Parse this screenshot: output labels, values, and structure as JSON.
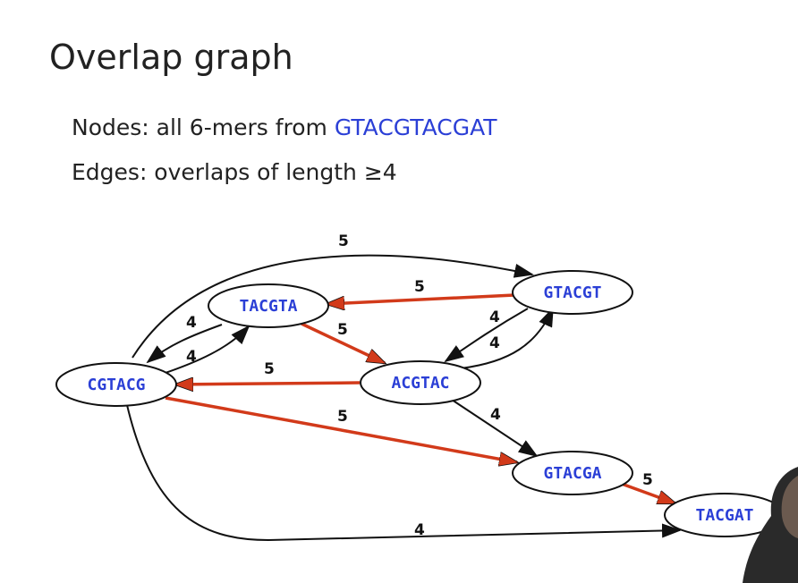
{
  "title": "Overlap graph",
  "bullets": {
    "nodes_prefix": "Nodes: all 6-mers from ",
    "nodes_sequence": "GTACGTACGAT",
    "edges": "Edges: overlaps of length ≥4"
  },
  "colors": {
    "node_text": "#2b3fd6",
    "edge_red": "#d23a1a",
    "edge_black": "#111111"
  },
  "nodes": [
    {
      "id": "CGTACG",
      "label": "CGTACG"
    },
    {
      "id": "TACGTA",
      "label": "TACGTA"
    },
    {
      "id": "GTACGT",
      "label": "GTACGT"
    },
    {
      "id": "ACGTAC",
      "label": "ACGTAC"
    },
    {
      "id": "GTACGA",
      "label": "GTACGA"
    },
    {
      "id": "TACGAT",
      "label": "TACGAT"
    }
  ],
  "edges": [
    {
      "id": "cgtacg-gtacgt",
      "from": "CGTACG",
      "to": "GTACGT",
      "label": "5",
      "color": "black"
    },
    {
      "id": "gtacgt-tacgta",
      "from": "GTACGT",
      "to": "TACGTA",
      "label": "5",
      "color": "red"
    },
    {
      "id": "tacgta-cgtacg",
      "from": "TACGTA",
      "to": "CGTACG",
      "label": "4",
      "color": "black"
    },
    {
      "id": "cgtacg-tacgta",
      "from": "CGTACG",
      "to": "TACGTA",
      "label": "4",
      "color": "black"
    },
    {
      "id": "tacgta-acgtac",
      "from": "TACGTA",
      "to": "ACGTAC",
      "label": "5",
      "color": "red"
    },
    {
      "id": "gtacgt-acgtac",
      "from": "GTACGT",
      "to": "ACGTAC",
      "label": "4",
      "color": "black"
    },
    {
      "id": "acgtac-gtacgt",
      "from": "ACGTAC",
      "to": "GTACGT",
      "label": "4",
      "color": "black"
    },
    {
      "id": "acgtac-cgtacg",
      "from": "ACGTAC",
      "to": "CGTACG",
      "label": "5",
      "color": "red"
    },
    {
      "id": "cgtacg-gtacga",
      "from": "CGTACG",
      "to": "GTACGA",
      "label": "5",
      "color": "red"
    },
    {
      "id": "acgtac-gtacga",
      "from": "ACGTAC",
      "to": "GTACGA",
      "label": "4",
      "color": "black"
    },
    {
      "id": "gtacga-tacgat",
      "from": "GTACGA",
      "to": "TACGAT",
      "label": "5",
      "color": "red"
    },
    {
      "id": "cgtacg-tacgat",
      "from": "CGTACG",
      "to": "TACGAT",
      "label": "4",
      "color": "black"
    }
  ]
}
